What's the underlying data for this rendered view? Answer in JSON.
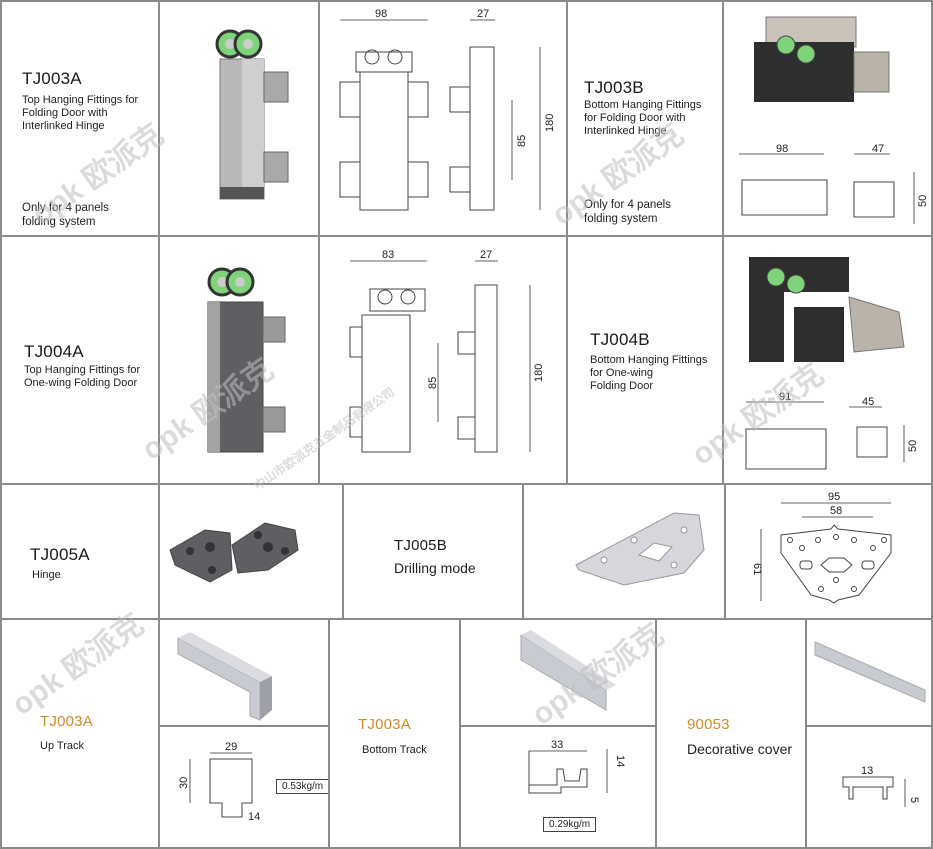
{
  "row1": {
    "left": {
      "code": "TJ003A",
      "desc": [
        "Top Hanging Fittings for",
        "Folding Door with",
        "Interlinked Hinge"
      ],
      "note": [
        "Only for 4 panels",
        "folding system"
      ],
      "dims": {
        "width": "98",
        "depth": "27",
        "height": "180",
        "spacing": "85"
      }
    },
    "right": {
      "code": "TJ003B",
      "desc": [
        "Bottom Hanging Fittings",
        "for Folding Door with",
        "Interlinked Hinge"
      ],
      "note": [
        "Only for 4 panels",
        "folding system"
      ],
      "dims": {
        "width": "98",
        "depth": "47",
        "height": "50"
      }
    }
  },
  "row2": {
    "left": {
      "code": "TJ004A",
      "desc": [
        "Top Hanging Fittings for",
        "One-wing Folding Door"
      ],
      "dims": {
        "width": "83",
        "depth": "27",
        "height": "180",
        "spacing": "85"
      }
    },
    "right": {
      "code": "TJ004B",
      "desc": [
        "Bottom Hanging Fittings",
        "for One-wing",
        "Folding Door"
      ],
      "dims": {
        "width": "91",
        "depth": "45",
        "height": "50"
      }
    }
  },
  "row3": {
    "hinge": {
      "code": "TJ005A",
      "desc": "Hinge"
    },
    "drilling": {
      "code": "TJ005B",
      "desc": "Drilling mode",
      "dims": {
        "width": "95",
        "inner": "58",
        "height": "61"
      }
    }
  },
  "row4": {
    "up_track": {
      "code": "TJ003A",
      "desc": "Up Track",
      "dims": {
        "width": "29",
        "height": "30",
        "slot": "14"
      },
      "weight": "0.53kg/m"
    },
    "bottom_track": {
      "code": "TJ003A",
      "desc": "Bottom Track",
      "dims": {
        "width": "33",
        "height": "14"
      },
      "weight": "0.29kg/m"
    },
    "cover": {
      "code": "90053",
      "desc": "Decorative cover",
      "dims": {
        "width": "13",
        "height": "5"
      }
    }
  },
  "watermark": {
    "brand": "opk",
    "cn": "欧派克",
    "company": "中山市欧派克五金制品有限公司"
  },
  "colors": {
    "grid": "#8a8a8a",
    "accent": "#d08a2a",
    "green_wheel": "#7fd37a",
    "body_gray": "#6b6b6b",
    "aluminium": "#c9cbd3"
  }
}
